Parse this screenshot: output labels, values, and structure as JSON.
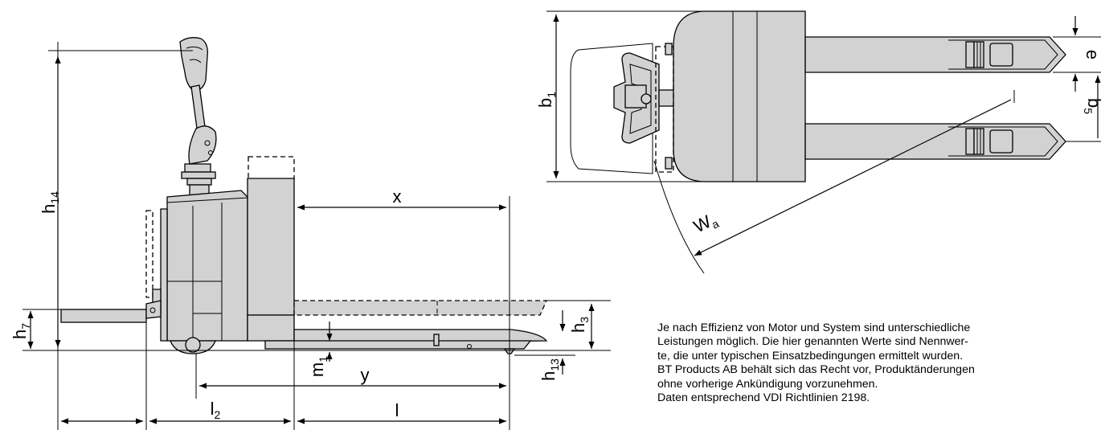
{
  "side_view": {
    "labels": {
      "h14": {
        "main": "h",
        "sub": "14"
      },
      "h7": {
        "main": "h",
        "sub": "7"
      },
      "h3": {
        "main": "h",
        "sub": "3"
      },
      "h13": {
        "main": "h",
        "sub": "13"
      },
      "m1": {
        "main": "m",
        "sub": "1"
      },
      "x": "x",
      "y": "y",
      "l2": {
        "main": "l",
        "sub": "2"
      },
      "l": "l"
    }
  },
  "top_view": {
    "labels": {
      "b1": {
        "main": "b",
        "sub": "1"
      },
      "b5": {
        "main": "b",
        "sub": "5"
      },
      "e": "e",
      "wa": {
        "main": "W",
        "sub": "a"
      }
    }
  },
  "note": {
    "lines": [
      "Je nach Effizienz von Motor und System sind unterschiedliche",
      "Leistungen möglich. Die hier genannten Werte sind Nennwer-",
      "te, die unter typischen Einsatzbedingungen ermittelt wurden.",
      "BT Products AB behält sich das Recht vor, Produktänderungen",
      "ohne vorherige Ankündigung vorzunehmen.",
      "Daten entsprechend VDI Richtlinien 2198."
    ]
  }
}
